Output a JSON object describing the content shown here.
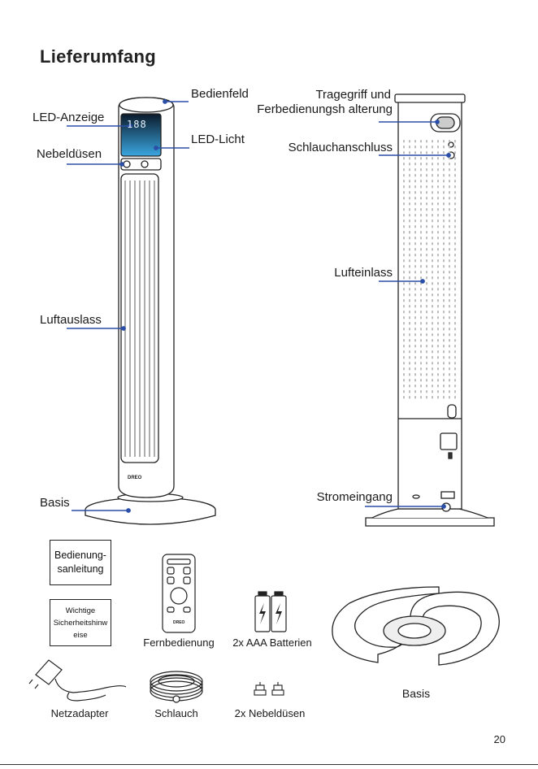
{
  "page": {
    "title": "Lieferumfang",
    "page_number": "20"
  },
  "front_labels": {
    "control_panel": "Bedienfeld",
    "led_display": "LED-Anzeige",
    "led_light": "LED-Licht",
    "mist_nozzles": "Nebeldüsen",
    "air_outlet": "Luftauslass",
    "base": "Basis"
  },
  "back_labels": {
    "handle_line1": "Tragegriff und",
    "handle_line2": "Ferbedienungsh alterung",
    "hose_connector": "Schlauchanschluss",
    "air_inlet": "Lufteinlass",
    "power_input": "Stromeingang"
  },
  "display": {
    "readout": "188"
  },
  "brand": {
    "logo": "DREO"
  },
  "accessories": {
    "manual_line1": "Bedienung-",
    "manual_line2": "sanleitung",
    "safety_line1": "Wichtige",
    "safety_line2": "Sicherheitshinw",
    "safety_line3": "eise",
    "remote": "Fernbedienung",
    "batteries": "2x AAA Batterien",
    "base": "Basis",
    "adapter": "Netzadapter",
    "hose": "Schlauch",
    "nozzles": "2x Nebeldüsen"
  },
  "colors": {
    "accent": "#2b4fa8",
    "outline": "#222222",
    "led": "#4fb3e8"
  }
}
